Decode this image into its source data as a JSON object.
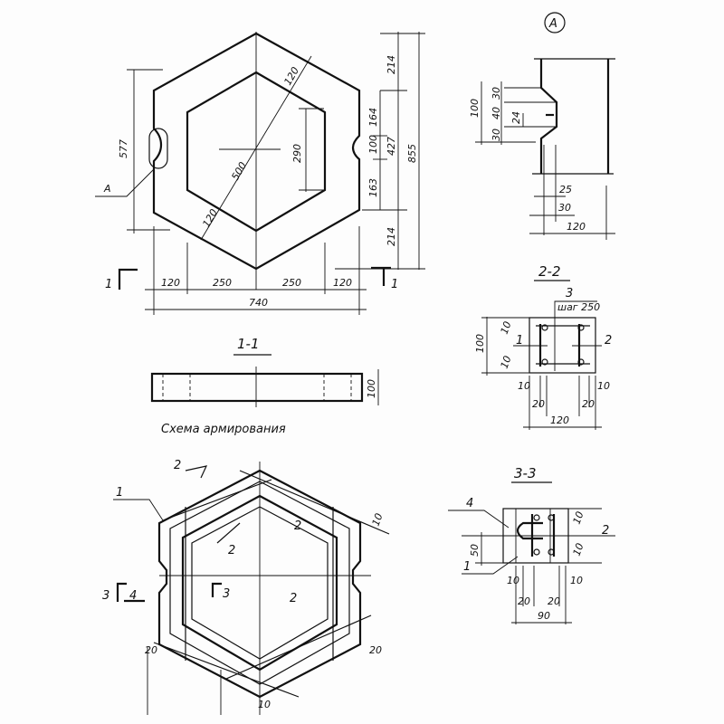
{
  "plan": {
    "callout": "А",
    "dims": {
      "d577": "577",
      "d120a": "120",
      "d500": "500",
      "d120b": "120",
      "d290": "290",
      "d214a": "214",
      "d164": "164",
      "d100": "100",
      "d427": "427",
      "d163": "163",
      "d214b": "214",
      "d855": "855",
      "b120a": "120",
      "b250a": "250",
      "b250b": "250",
      "b120b": "120",
      "b740": "740"
    },
    "section_mark_left": "1",
    "section_mark_right": "1"
  },
  "detail_a": {
    "title": "А",
    "dims": {
      "d100": "100",
      "d30a": "30",
      "d40": "40",
      "d30b": "30",
      "d24": "24",
      "d25": "25",
      "d30c": "30",
      "d120": "120"
    }
  },
  "section_1_1": {
    "title": "1-1",
    "dim": "100"
  },
  "reinforcement": {
    "title": "Схема армирования",
    "marks": {
      "m1": "1",
      "m2a": "2",
      "m2b": "2",
      "m2c": "2",
      "m2d": "2",
      "m3": "3",
      "m4": "4",
      "s3": "3",
      "d10a": "10",
      "d20a": "20",
      "d20b": "20",
      "d10b": "10"
    }
  },
  "section_2_2": {
    "title": "2-2",
    "pos3": "3",
    "step": "шаг 250",
    "pos1": "1",
    "pos2": "2",
    "dims": {
      "d100": "100",
      "d10a": "10",
      "d10b": "10",
      "d10c": "10",
      "d20a": "20",
      "d20b": "20",
      "d10d": "10",
      "d120": "120"
    }
  },
  "section_3_3": {
    "title": "3-3",
    "pos4": "4",
    "pos2": "2",
    "pos1": "1",
    "dims": {
      "d50": "50",
      "d10a": "10",
      "d10b": "10",
      "d10c": "10",
      "d20a": "20",
      "d20b": "20",
      "d10d": "10",
      "d90": "90"
    }
  }
}
